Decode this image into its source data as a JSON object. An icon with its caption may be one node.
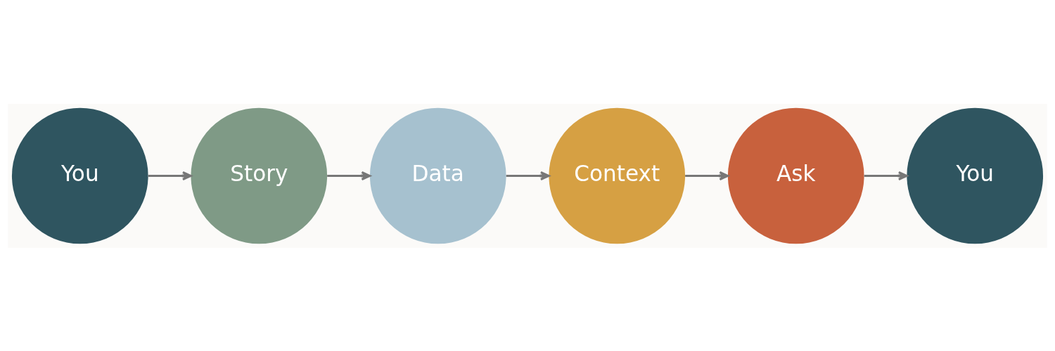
{
  "diagram": {
    "nodes": [
      {
        "text": [
          "You"
        ]
      },
      {
        "text": [
          "Story"
        ]
      },
      {
        "text": [
          "Data"
        ]
      },
      {
        "text": [
          "Context"
        ]
      },
      {
        "text": [
          "Ask"
        ]
      },
      {
        "text": [
          "You"
        ]
      }
    ],
    "edges": [
      {
        "from": 0,
        "to": 1,
        "arrow": "to"
      },
      {
        "from": 1,
        "to": 2,
        "arrow": "to"
      },
      {
        "from": 2,
        "to": 3,
        "arrow": "to"
      },
      {
        "from": 3,
        "to": 4,
        "arrow": "to"
      },
      {
        "from": 4,
        "to": 5,
        "arrow": "to"
      }
    ]
  }
}
